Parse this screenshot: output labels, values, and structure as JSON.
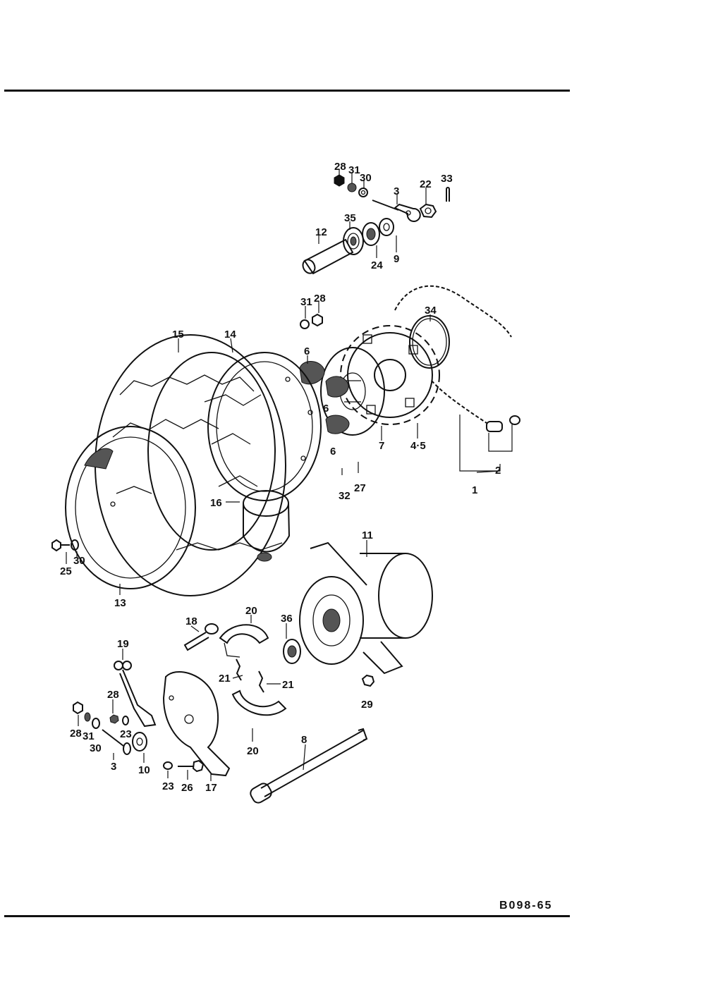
{
  "diagram": {
    "code": "B098-65",
    "callouts": [
      {
        "part": "28"
      },
      {
        "part": "31"
      },
      {
        "part": "30"
      },
      {
        "part": "3"
      },
      {
        "part": "22"
      },
      {
        "part": "33"
      },
      {
        "part": "35"
      },
      {
        "part": "12"
      },
      {
        "part": "24"
      },
      {
        "part": "9"
      },
      {
        "part": "31"
      },
      {
        "part": "28"
      },
      {
        "part": "34"
      },
      {
        "part": "15"
      },
      {
        "part": "14"
      },
      {
        "part": "6"
      },
      {
        "part": "6"
      },
      {
        "part": "6"
      },
      {
        "part": "7"
      },
      {
        "part": "4·5"
      },
      {
        "part": "2"
      },
      {
        "part": "1"
      },
      {
        "part": "27"
      },
      {
        "part": "32"
      },
      {
        "part": "16"
      },
      {
        "part": "25"
      },
      {
        "part": "30"
      },
      {
        "part": "13"
      },
      {
        "part": "11"
      },
      {
        "part": "20"
      },
      {
        "part": "18"
      },
      {
        "part": "36"
      },
      {
        "part": "19"
      },
      {
        "part": "21"
      },
      {
        "part": "21"
      },
      {
        "part": "29"
      },
      {
        "part": "28"
      },
      {
        "part": "28"
      },
      {
        "part": "31"
      },
      {
        "part": "23"
      },
      {
        "part": "30"
      },
      {
        "part": "3"
      },
      {
        "part": "10"
      },
      {
        "part": "20"
      },
      {
        "part": "8"
      },
      {
        "part": "23"
      },
      {
        "part": "26"
      },
      {
        "part": "17"
      }
    ]
  }
}
